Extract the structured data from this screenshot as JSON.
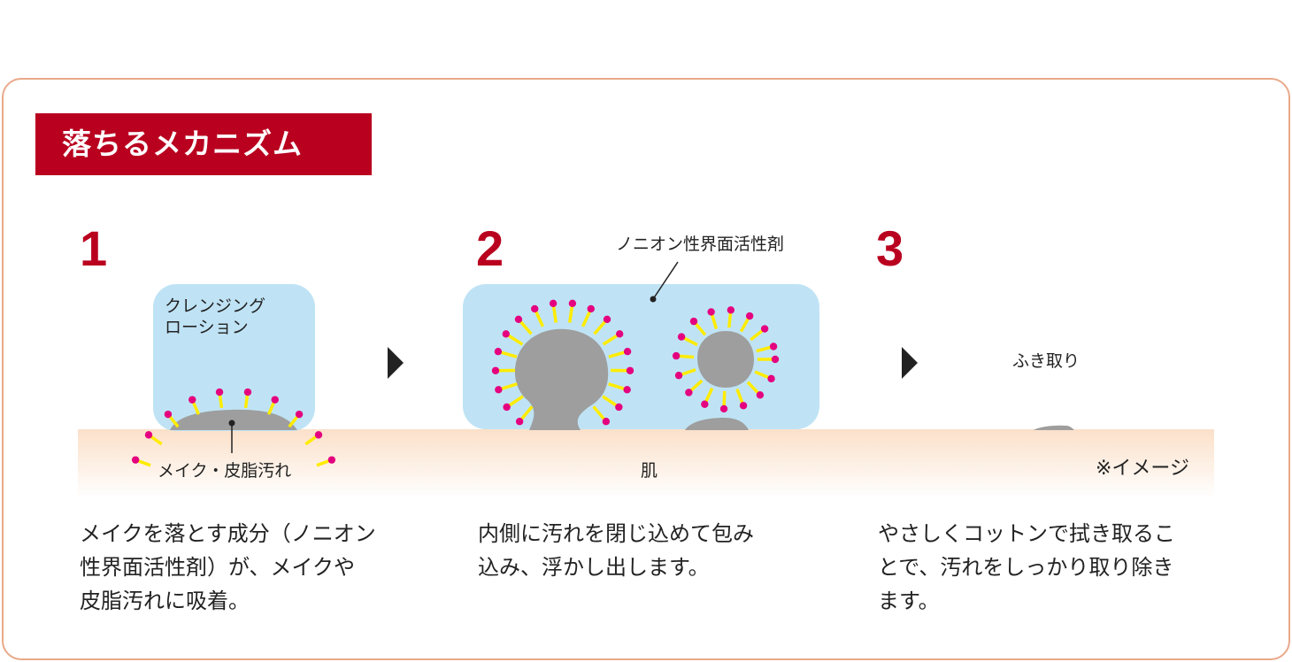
{
  "heading": "落ちるメカニズム",
  "steps": [
    {
      "number": "1",
      "liquid_label": "クレンジング\nローション",
      "stain_label": "メイク・皮脂汚れ",
      "description": "メイクを落とす成分（ノニオン\n性界面活性剤）が、メイクや\n皮脂汚れに吸着。"
    },
    {
      "number": "2",
      "surfactant_label": "ノニオン性界面活性剤",
      "skin_label": "肌",
      "description": "内側に汚れを閉じ込めて包み\n込み、浮かし出します。"
    },
    {
      "number": "3",
      "action_label": "ふき取り",
      "note": "※イメージ",
      "description": "やさしくコットンで拭き取るこ\nとで、汚れをしっかり取り除き\nます。"
    }
  ],
  "colors": {
    "accent": "#b9001f",
    "frame": "#e9a98a",
    "liquid": "#bfe3f5",
    "dirt": "#9e9e9e",
    "surfactant_tail": "#ffec00",
    "surfactant_head": "#e4007f",
    "skin": "#fbe3cf"
  },
  "icons": [
    "arrow-right-icon",
    "arrow-right-icon"
  ]
}
